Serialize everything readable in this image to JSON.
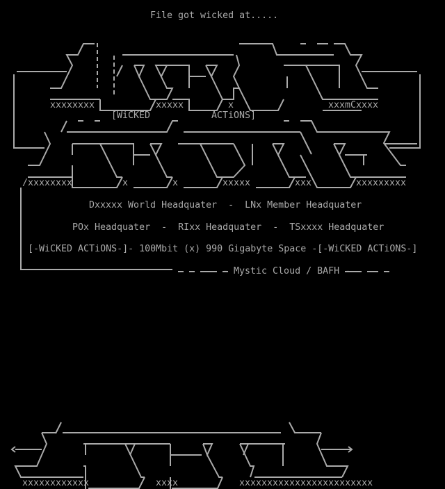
{
  "header": {
    "title": "File got wicked at....."
  },
  "logo_top": {
    "fills": [
      "xxxxxxxx",
      "xxxxx",
      "x",
      "xxxmCxxxx"
    ],
    "left_tag": "[WiCKED",
    "right_tag": "ACTiONS]"
  },
  "logo_mid": {
    "fills": [
      "/xxxxxxxx",
      "x",
      "x",
      "xxxxx",
      "xxx",
      "xxxxxxxxx"
    ]
  },
  "info": {
    "line1": "Dxxxxx World Headquater  -  LNx Member Headquater",
    "line2": "POx Headquater  -  RIxx Headquater  -  TSxxxx Headquater",
    "line3": "[-WiCKED ACTiONS-]- 100Mbit (x) 990 Gigabyte Space -[-WiCKED ACTiONS-]",
    "credit": "- Mystic Cloud / BAFH -"
  },
  "logo_bottom": {
    "fills": [
      "xxxxxxxxxxxx",
      "xxxx",
      "xxxxxxxxxxxxxxxxxxxxxxxx"
    ]
  },
  "colors": {
    "text": "#aaaaaa",
    "background": "#000000"
  }
}
